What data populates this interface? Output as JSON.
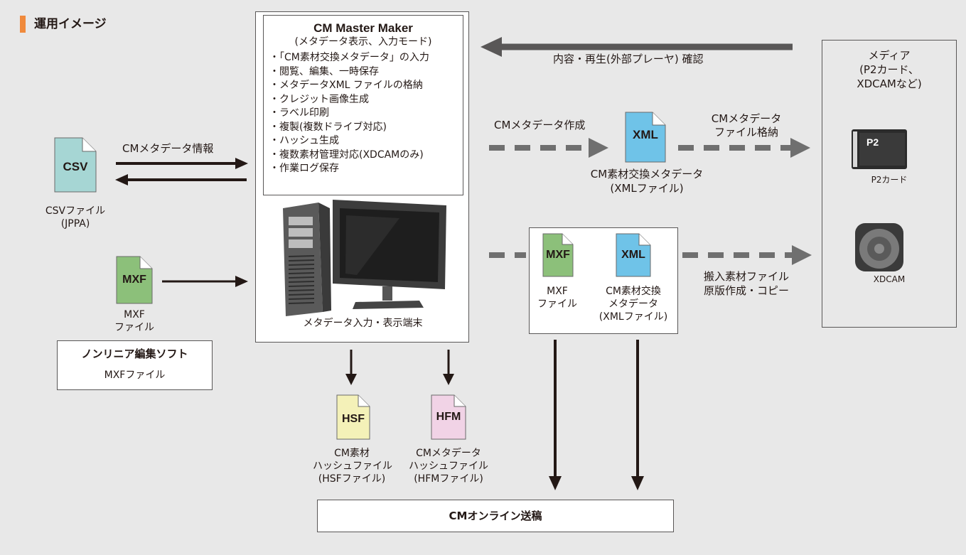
{
  "section_title": "運用イメージ",
  "master_maker": {
    "title": "CM Master Maker",
    "subtitle": "(メタデータ表示、入力モード)",
    "features": [
      "・「CM素材交換メタデータ」の入力",
      "・閲覧、編集、一時保存",
      "・メタデータXML ファイルの格納",
      "・クレジット画像生成",
      "・ラベル印刷",
      "・複製(複数ドライブ対応)",
      "・ハッシュ生成",
      "・複数素材管理対応(XDCAMのみ)",
      "・作業ログ保存"
    ],
    "terminal_label": "メタデータ入力・表示端末"
  },
  "csv": {
    "tag": "CSV",
    "caption_line1": "CSVファイル",
    "caption_line2": "(JPPA)",
    "color": "#a6d6d4",
    "arrow_label": "CMメタデータ情報"
  },
  "mxf_left": {
    "tag": "MXF",
    "caption_line1": "MXF",
    "caption_line2": "ファイル",
    "color": "#8cc07a"
  },
  "nle": {
    "title": "ノンリニア編集ソフト",
    "subtitle": "MXFファイル"
  },
  "top_arrow_label": "内容・再生(外部プレーヤ) 確認",
  "xml_top": {
    "tag": "XML",
    "color": "#6fc3e8",
    "left_label": "CMメタデータ作成",
    "right_label_line1": "CMメタデータ",
    "right_label_line2": "ファイル格納",
    "caption_line1": "CM素材交換メタデータ",
    "caption_line2": "(XMLファイル)"
  },
  "bundle": {
    "mxf_tag": "MXF",
    "mxf_caption_line1": "MXF",
    "mxf_caption_line2": "ファイル",
    "xml_tag": "XML",
    "xml_caption_line1": "CM素材交換",
    "xml_caption_line2": "メタデータ",
    "xml_caption_line3": "(XMLファイル)",
    "right_label_line1": "搬入素材ファイル",
    "right_label_line2": "原版作成・コピー"
  },
  "media": {
    "title_line1": "メディア",
    "title_line2": "(P2カード、",
    "title_line3": "XDCAMなど)",
    "p2_label": "P2カード",
    "p2_card_text": "P2",
    "xdcam_label": "XDCAM"
  },
  "hsf": {
    "tag": "HSF",
    "color": "#f4f1b8",
    "caption_line1": "CM素材",
    "caption_line2": "ハッシュファイル",
    "caption_line3": "(HSFファイル)"
  },
  "hfm": {
    "tag": "HFM",
    "color": "#f1d3e6",
    "caption_line1": "CMメタデータ",
    "caption_line2": "ハッシュファイル",
    "caption_line3": "(HFMファイル)"
  },
  "online": {
    "label": "CMオンライン送稿"
  }
}
